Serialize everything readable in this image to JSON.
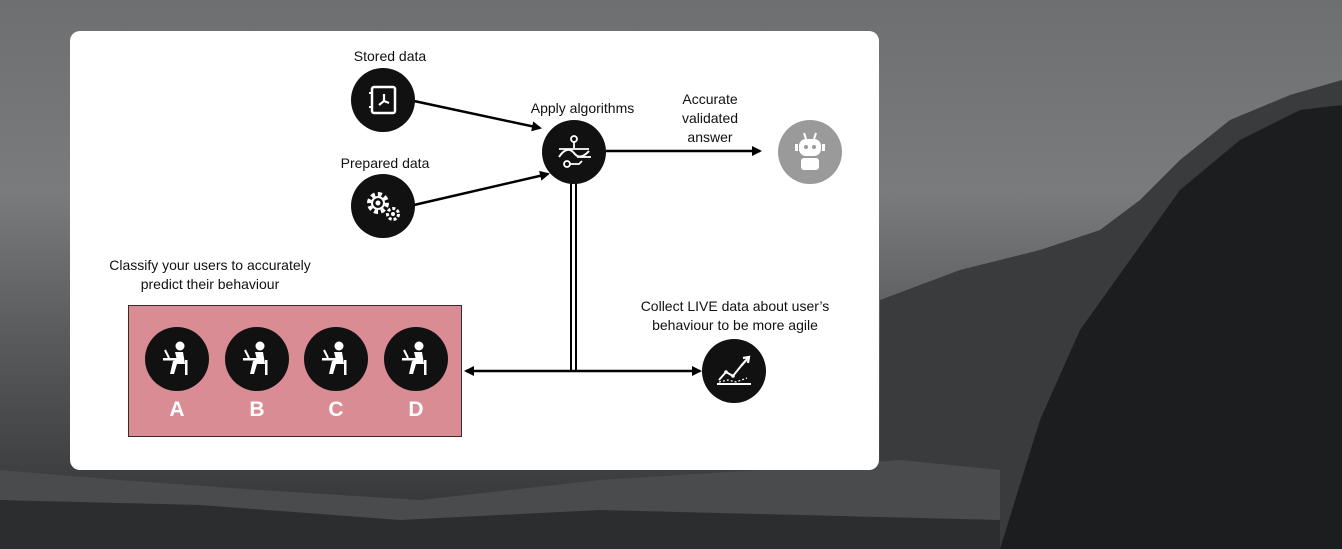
{
  "nodes": {
    "stored": {
      "label": "Stored data"
    },
    "prepared": {
      "label": "Prepared data"
    },
    "algorithms": {
      "label": "Apply algorithms"
    },
    "answer": {
      "label": "Accurate\nvalidated\nanswer"
    },
    "classify": {
      "label": "Classify your users  to accurately\npredict their behaviour"
    },
    "collect": {
      "label": "Collect LIVE data about user’s\nbehaviour to be more agile"
    }
  },
  "users": [
    {
      "label": "A"
    },
    {
      "label": "B"
    },
    {
      "label": "C"
    },
    {
      "label": "D"
    }
  ],
  "colors": {
    "panel": "#d98c94",
    "node": "#111111",
    "robot": "#9a9a9a"
  },
  "icons": [
    "safe-icon",
    "gears-icon",
    "algorithm-icon",
    "robot-icon",
    "user-laptop-icon",
    "trend-chart-icon"
  ]
}
